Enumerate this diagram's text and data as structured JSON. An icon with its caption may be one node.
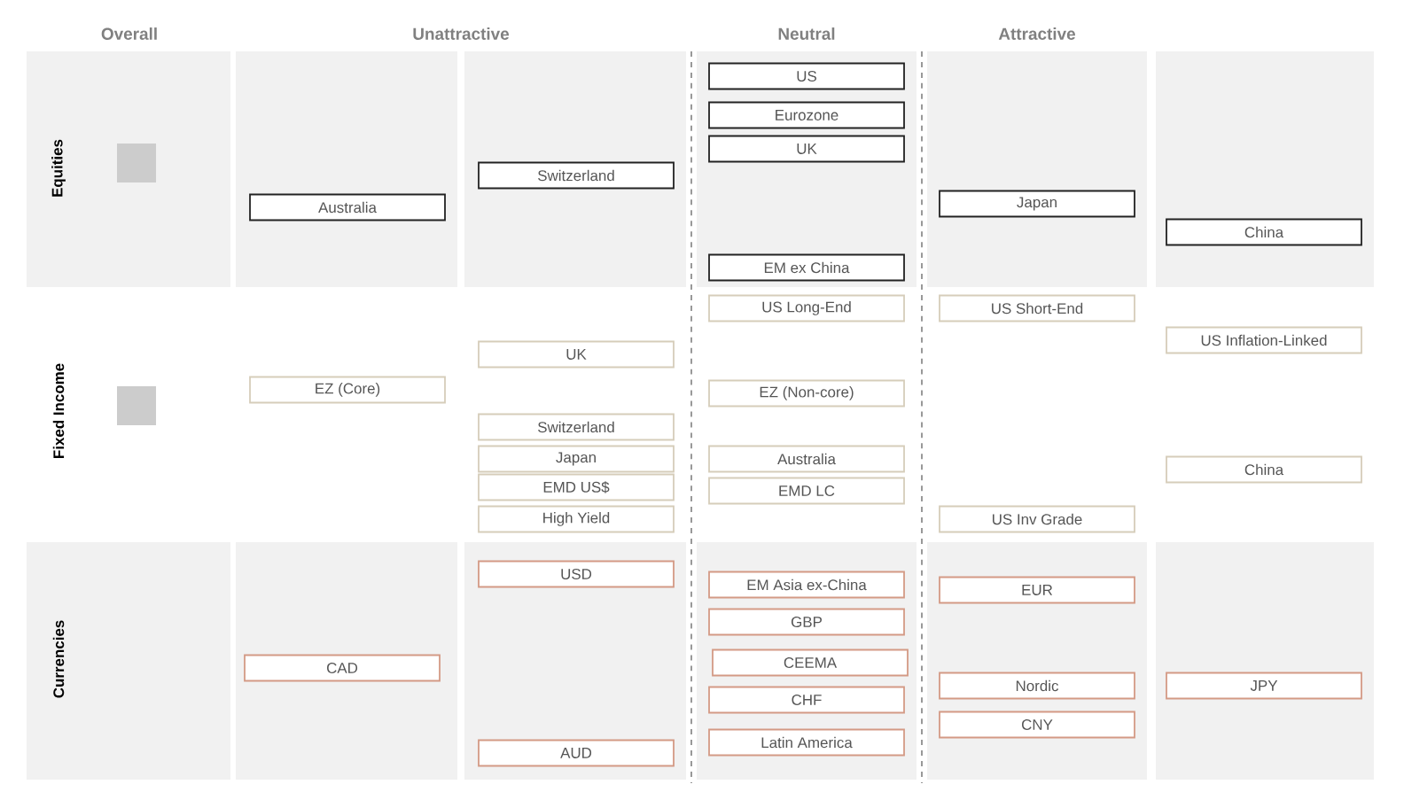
{
  "diagram": {
    "nodes": [
      {
        "text": [
          "Australia"
        ]
      },
      {
        "text": [
          "Switzerland"
        ]
      },
      {
        "text": [
          "US"
        ]
      },
      {
        "text": [
          "Eurozone"
        ]
      },
      {
        "text": [
          "UK"
        ]
      },
      {
        "text": [
          "EM ex China"
        ]
      },
      {
        "text": [
          "Japan"
        ]
      },
      {
        "text": [
          "China"
        ]
      },
      {
        "text": [
          "EZ (Core)"
        ]
      },
      {
        "text": [
          "UK"
        ]
      },
      {
        "text": [
          "Switzerland"
        ]
      },
      {
        "text": [
          "Japan"
        ]
      },
      {
        "text": [
          "EMD US$"
        ]
      },
      {
        "text": [
          "High Yield"
        ]
      },
      {
        "text": [
          "US Long-End"
        ]
      },
      {
        "text": [
          "EZ (Non-core)"
        ]
      },
      {
        "text": [
          "Australia"
        ]
      },
      {
        "text": [
          "EMD LC"
        ]
      },
      {
        "text": [
          "US Short-End"
        ]
      },
      {
        "text": [
          "US Inv Grade"
        ]
      },
      {
        "text": [
          "US Inflation-Linked"
        ]
      },
      {
        "text": [
          "China"
        ]
      },
      {
        "text": [
          "CAD"
        ]
      },
      {
        "text": [
          "USD"
        ]
      },
      {
        "text": [
          "AUD"
        ]
      },
      {
        "text": [
          "EM Asia ex-China"
        ]
      },
      {
        "text": [
          "GBP"
        ]
      },
      {
        "text": [
          "CEEMA"
        ]
      },
      {
        "text": [
          "CHF"
        ]
      },
      {
        "text": [
          "Latin America"
        ]
      },
      {
        "text": [
          "EUR"
        ]
      },
      {
        "text": [
          "Nordic"
        ]
      },
      {
        "text": [
          "CNY"
        ]
      },
      {
        "text": [
          "JPY"
        ]
      }
    ],
    "labels": [
      "Overall",
      "Unattractive",
      "Neutral",
      "Attractive",
      "Equities",
      "Fixed Income",
      "Currencies"
    ]
  }
}
